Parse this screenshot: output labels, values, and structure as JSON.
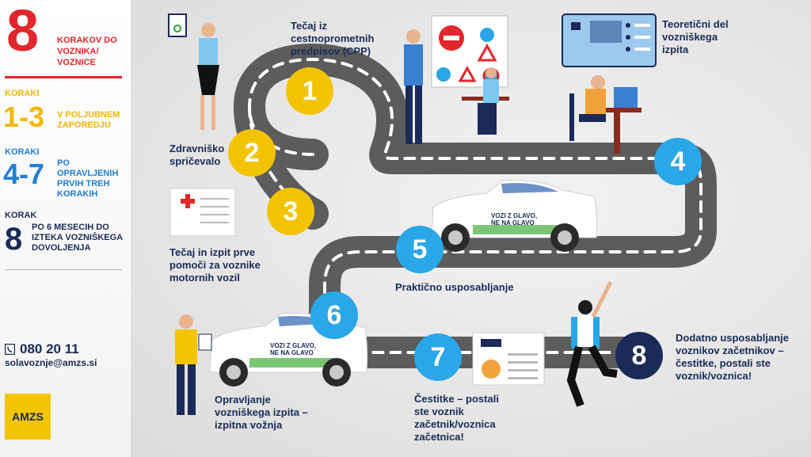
{
  "sidebar": {
    "big_number": "8",
    "header_label": "KORAKOV DO VOZNIKA/ VOZNICE",
    "group1": {
      "word": "KORAKI",
      "range": "1-3",
      "desc": "V POLJUBNEM ZAPOREDJU"
    },
    "group2": {
      "word": "KORAKI",
      "range": "4-7",
      "desc": "PO OPRAVLJENIH PRVIH TREH KORAKIH"
    },
    "group3": {
      "word": "KORAK",
      "range": "8",
      "desc": "PO 6 MESECIH DO IZTEKA VOZNIŠKEGA DOVOLJENJA"
    },
    "phone": "080 20 11",
    "email": "solavoznje@amzs.si",
    "logo": "AMZS"
  },
  "steps": [
    {
      "number": "1",
      "label": "Tečaj iz cestnoprometnih predpisov (CPP)"
    },
    {
      "number": "2",
      "label": "Zdravniško spričevalo"
    },
    {
      "number": "3",
      "label": "Tečaj in izpit prve pomoči za voznike motornih vozil"
    },
    {
      "number": "4",
      "label": "Teoretični del vozniškega izpita"
    },
    {
      "number": "5",
      "label": "Praktično usposabljanje"
    },
    {
      "number": "6",
      "label": "Opravljanje vozniškega izpita – izpitna vožnja"
    },
    {
      "number": "7",
      "label": "Čestitke – postali ste voznik začetnik/voznica začetnica!"
    },
    {
      "number": "8",
      "label": "Dodatno usposabljanje voznikov začetnikov – čestitke, postali ste voznik/voznica!"
    }
  ],
  "car_slogan": "VOZI Z GLAVO, NE NA GLAVO",
  "colors": {
    "red": "#e3262c",
    "yellow": "#f4c300",
    "blue": "#2aa7e8",
    "navy": "#1b2a57"
  }
}
